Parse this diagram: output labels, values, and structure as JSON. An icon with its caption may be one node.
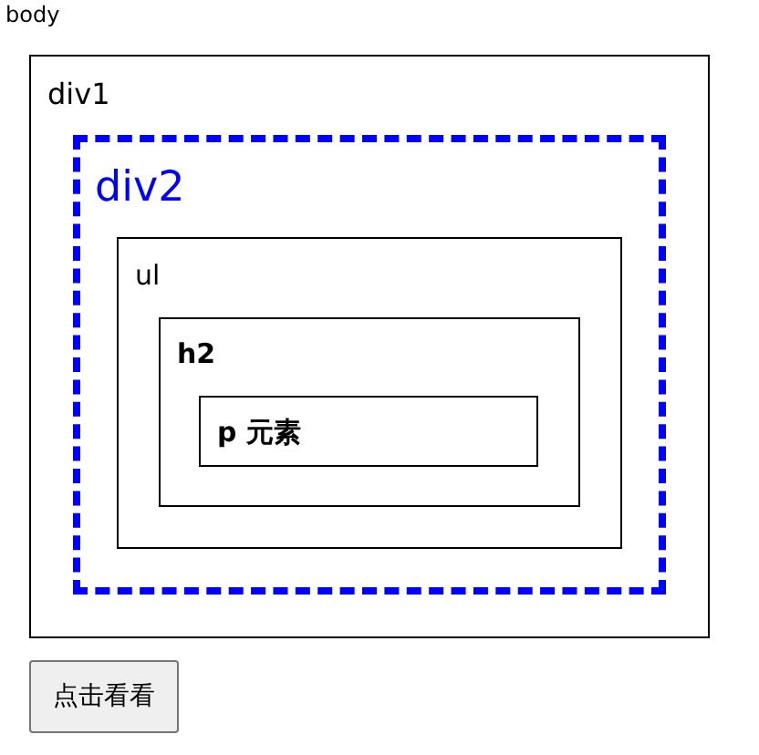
{
  "diagram": {
    "nodes": [
      {
        "text": [
          "div1"
        ]
      },
      {
        "text": [
          "div2"
        ],
        "in": 0
      },
      {
        "text": [
          "ul"
        ],
        "in": 1
      },
      {
        "text": [
          "h2"
        ],
        "in": 2
      },
      {
        "text": [
          "p 元素"
        ],
        "in": 3
      },
      {
        "text": [
          "点击看看"
        ]
      }
    ],
    "labels": [
      "body"
    ]
  }
}
